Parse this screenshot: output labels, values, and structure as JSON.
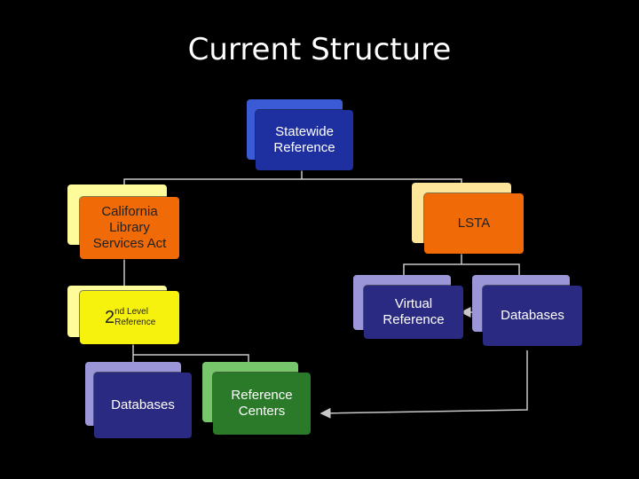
{
  "title": "Current Structure",
  "nodes": {
    "statewide": "Statewide\nReference",
    "clsa": "California\nLibrary\nServices Act",
    "lsta": "LSTA",
    "second_level": {
      "num": "2",
      "sup": "nd Level",
      "sub": "Reference"
    },
    "virtual": "Virtual\nReference",
    "databases_right": "Databases",
    "databases_left": "Databases",
    "ref_centers": "Reference\nCenters"
  },
  "colors": {
    "blue": "#1e2fa0",
    "yellow": "#f7f20d",
    "orange": "#f06a08",
    "lavender": "#2a2a82",
    "green": "#2a7a2a",
    "connector": "#c8c8c8"
  }
}
